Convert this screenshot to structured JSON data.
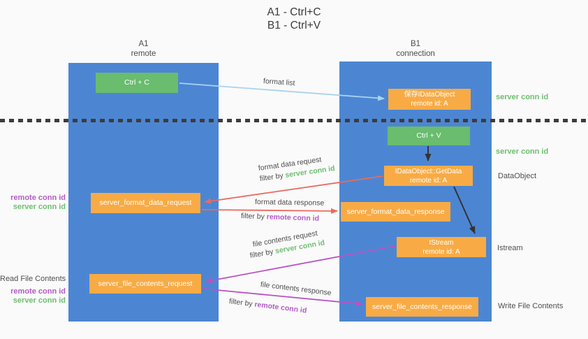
{
  "title": {
    "line1": "A1 - Ctrl+C",
    "line2": "B1 - Ctrl+V"
  },
  "columns": {
    "left": {
      "id": "A1",
      "subtitle": "remote"
    },
    "right": {
      "id": "B1",
      "subtitle": "connection"
    }
  },
  "nodes": {
    "ctrl_c": "Ctrl + C",
    "save_dataobject": {
      "line1": "保存IDataObject",
      "line2": "remote id: A"
    },
    "ctrl_v": "Ctrl + V",
    "getdata": {
      "line1": "IDataObject::GetData",
      "line2": "remote id: A"
    },
    "server_format_data_request": "server_format_data_request",
    "server_format_data_response": "server_format_data_response",
    "istream": {
      "line1": "IStream",
      "line2": "remote id: A"
    },
    "server_file_contents_request": "server_file_contents_request",
    "server_file_contents_response": "server_file_contents_response"
  },
  "arrows": {
    "format_list": "format list",
    "format_data_request": "format data request",
    "format_data_response": "format data response",
    "file_contents_request": "file contents request",
    "file_contents_response": "file contents response",
    "filter_by": "filter by ",
    "server_conn_id": "server conn id",
    "remote_conn_id": "remote conn id"
  },
  "side_right": {
    "server_conn_top": "server conn id",
    "server_conn_mid": "server conn id",
    "dataobject": "DataObject",
    "istream": "Istream",
    "write_file": "Write File Contents"
  },
  "side_left": {
    "remote_conn_top": "remote conn id",
    "server_conn_top": "server conn id",
    "read_file": "Read File Contents",
    "remote_conn_bottom": "remote conn id",
    "server_conn_bottom": "server conn id"
  },
  "colors": {
    "column_blue": "#4c86d3",
    "node_green": "#6abc6e",
    "node_orange": "#f8ab45",
    "arrow_lightblue": "#a9d3ee",
    "arrow_red": "#e96a60",
    "arrow_magenta": "#ba52c5",
    "arrow_black": "#333333",
    "text_green": "#6dbf6f",
    "text_purple": "#b25cc6",
    "text_gray": "#4f4f4f",
    "dash_color": "#3c3c3c",
    "background": "#fafafa"
  }
}
